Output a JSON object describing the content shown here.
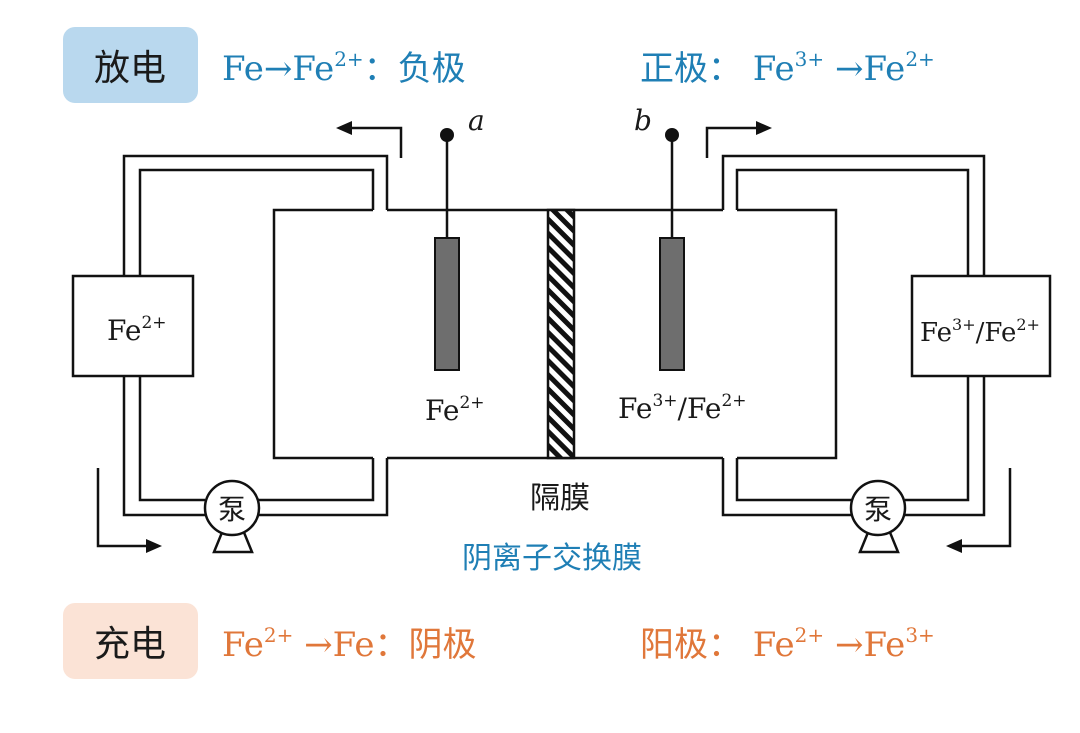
{
  "discharge": {
    "tag": "放电",
    "left_prefix": "Fe→Fe",
    "left_sup": "2+",
    "left_suffix": "：负极",
    "right_prefix": "正极：  Fe",
    "right_sup1": "3+",
    "right_mid": " →Fe",
    "right_sup2": "2+"
  },
  "charge": {
    "tag": "充电",
    "left_prefix": "Fe",
    "left_sup": "2+",
    "left_suffix": " →Fe：阴极",
    "right_prefix": "阳极：  Fe",
    "right_sup1": "2+",
    "right_mid": " →Fe",
    "right_sup2": "3+"
  },
  "electrodes": {
    "a": "a",
    "b": "b"
  },
  "left_tank": {
    "base": "Fe",
    "sup": "2+"
  },
  "right_tank": {
    "base1": "Fe",
    "sup1": "3+",
    "mid": "/Fe",
    "sup2": "2+"
  },
  "left_cell": {
    "base": "Fe",
    "sup": "2+"
  },
  "right_cell": {
    "base1": "Fe",
    "sup1": "3+",
    "mid": "/Fe",
    "sup2": "2+"
  },
  "pump_label": "泵",
  "membrane_label": "隔膜",
  "membrane_note": "阴离子交换膜",
  "colors": {
    "discharge_text": "#1f7fb5",
    "discharge_tag_bg": "#b9d8ee",
    "charge_text": "#e0773a",
    "charge_tag_bg": "#fbe3d6",
    "electrode_fill": "#6e6e6e"
  }
}
